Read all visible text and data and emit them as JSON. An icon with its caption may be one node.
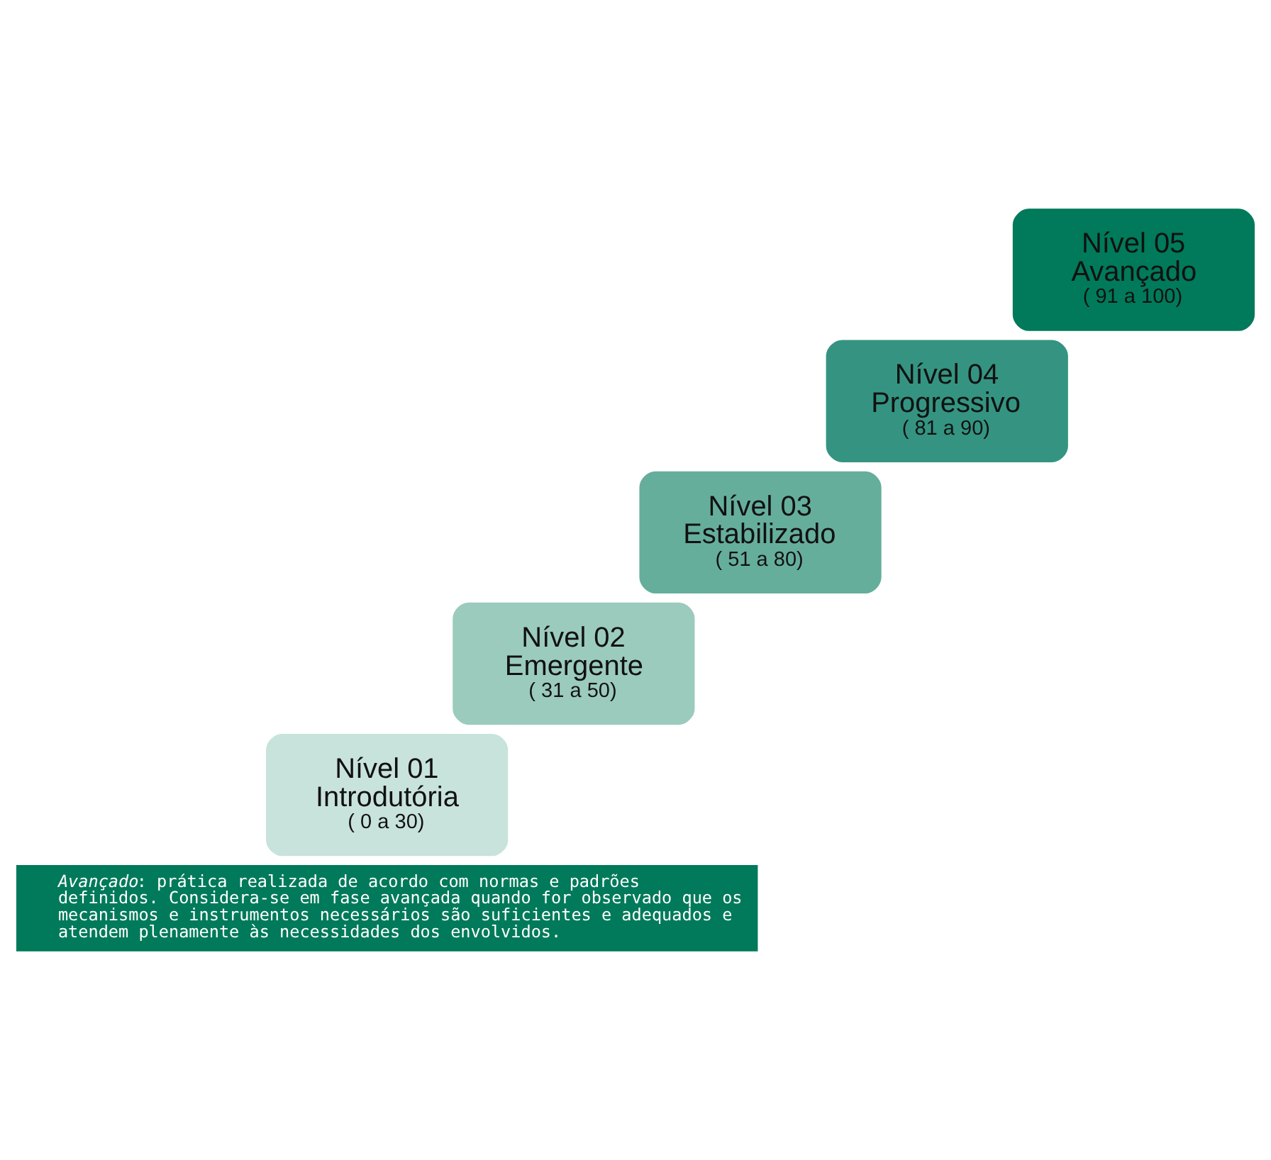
{
  "diagram": {
    "nodes": [
      {
        "text": [
          "Nível 01",
          "Introdutória",
          "( 0 a 30)"
        ]
      },
      {
        "text": [
          "Nível 02",
          "Emergente",
          "( 31 a 50)"
        ]
      },
      {
        "text": [
          "Nível 03",
          "Estabilizado",
          "( 51 a 80)"
        ]
      },
      {
        "text": [
          "Nível 04",
          "Progressivo",
          "( 81 a 90)"
        ]
      },
      {
        "text": [
          "Nível 05",
          "Avançado",
          "( 91 a 100)"
        ]
      },
      {
        "text": [
          "*Avançado*: prática realizada de acordo com normas e padrões definidos. Considera-se em fase avançada quando for observado que os mecanismos e instrumentos necessários são suficientes e adequados e atendem plenamente às necessidades dos envolvidos."
        ]
      }
    ],
    "edges": []
  }
}
